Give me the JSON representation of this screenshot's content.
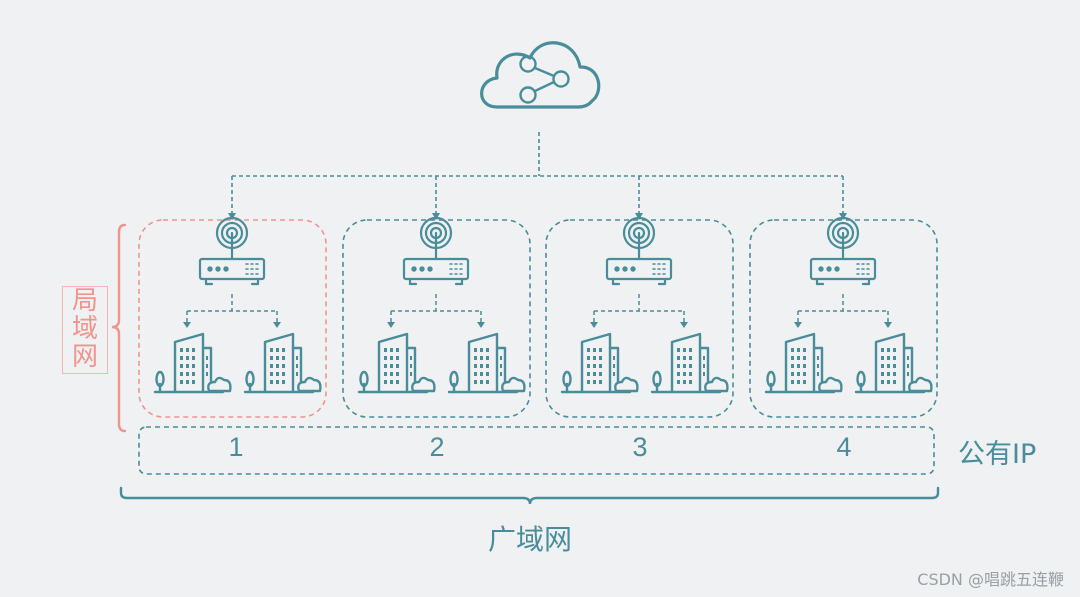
{
  "colors": {
    "teal": "#4a8d9a",
    "salmon": "#ef958d",
    "background": "#eff1f3"
  },
  "lan_label": [
    "局",
    "域",
    "网"
  ],
  "lans": [
    {
      "number": "1",
      "highlight": true
    },
    {
      "number": "2",
      "highlight": false
    },
    {
      "number": "3",
      "highlight": false
    },
    {
      "number": "4",
      "highlight": false
    }
  ],
  "public_ip_label": "公有IP",
  "wan_label": "广域网",
  "watermark": "CSDN @唱跳五连鞭",
  "icons": [
    "cloud-share-icon",
    "router-icon",
    "building-icon",
    "tree-icon",
    "cloud-small-icon"
  ]
}
